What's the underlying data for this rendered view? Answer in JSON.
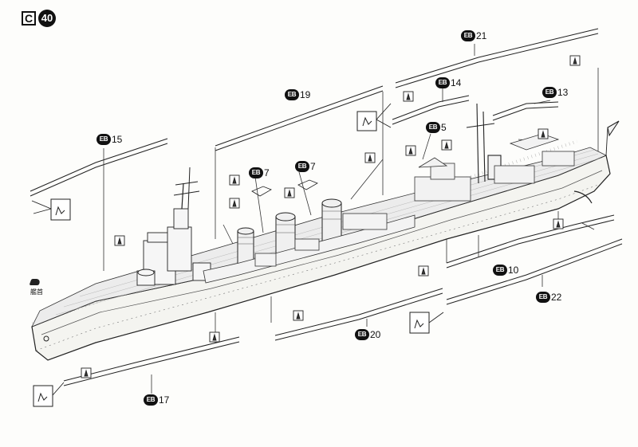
{
  "header": {
    "section_letter": "C",
    "step_number": "40"
  },
  "parts": [
    {
      "prefix": "EB",
      "number": "21"
    },
    {
      "prefix": "EB",
      "number": "14"
    },
    {
      "prefix": "EB",
      "number": "13"
    },
    {
      "prefix": "EB",
      "number": "19"
    },
    {
      "prefix": "EB",
      "number": "5"
    },
    {
      "prefix": "EB",
      "number": "15"
    },
    {
      "prefix": "EB",
      "number": "7"
    },
    {
      "prefix": "EB",
      "number": "7"
    },
    {
      "prefix": "EB",
      "number": "10"
    },
    {
      "prefix": "EB",
      "number": "22"
    },
    {
      "prefix": "EB",
      "number": "20"
    },
    {
      "prefix": "EB",
      "number": "17"
    }
  ],
  "bow_label": "艦首",
  "icons": [
    "glue-bottle-icon",
    "pointing-hand-icon",
    "bow-direction-icon"
  ]
}
